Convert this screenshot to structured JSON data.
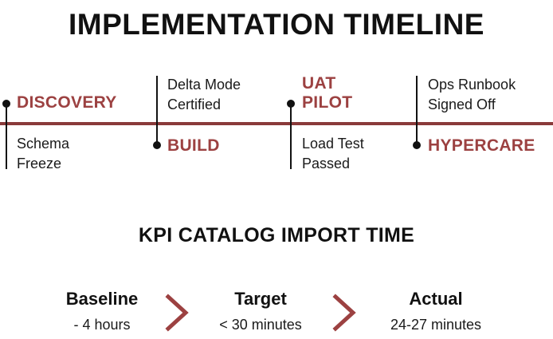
{
  "title": "IMPLEMENTATION TIMELINE",
  "timeline": {
    "phases": [
      {
        "label": "DISCOVERY"
      },
      {
        "label": "BUILD"
      },
      {
        "label": "UAT\nPILOT"
      },
      {
        "label": "HYPERCARE"
      }
    ],
    "milestones": [
      {
        "label": "Schema\nFreeze"
      },
      {
        "label": "Delta Mode\nCertified"
      },
      {
        "label": "Load Test\nPassed"
      },
      {
        "label": "Ops Runbook\nSigned Off"
      }
    ]
  },
  "kpi": {
    "title": "KPI CATALOG IMPORT TIME",
    "items": [
      {
        "label": "Baseline",
        "value": "- 4 hours"
      },
      {
        "label": "Target",
        "value": "< 30 minutes"
      },
      {
        "label": "Actual",
        "value": "24-27 minutes"
      }
    ]
  },
  "colors": {
    "accent": "#9c4141",
    "axis": "#8a3a3a",
    "text": "#111111"
  }
}
